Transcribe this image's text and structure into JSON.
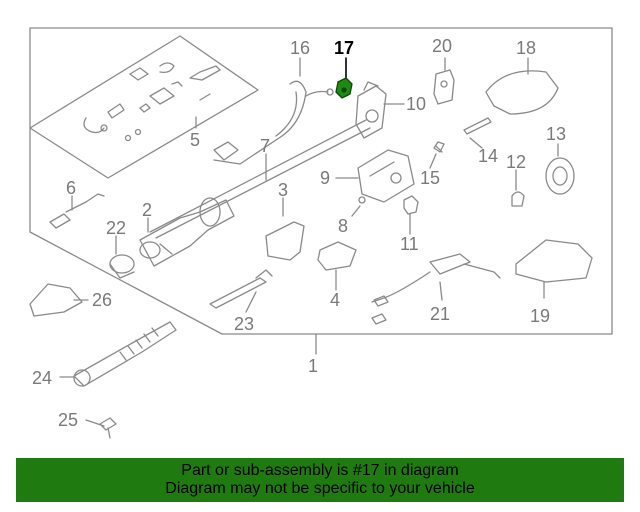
{
  "diagram": {
    "highlight_part": "17",
    "callouts": [
      "1",
      "2",
      "3",
      "4",
      "5",
      "6",
      "7",
      "8",
      "9",
      "10",
      "11",
      "12",
      "13",
      "14",
      "15",
      "16",
      "17",
      "18",
      "19",
      "20",
      "21",
      "22",
      "23",
      "24",
      "25",
      "26"
    ],
    "colors": {
      "line": "#8a8a8a",
      "highlight": "#1f8a12",
      "banner": "#1f7a10"
    }
  },
  "banner": {
    "line1": "Part or sub-assembly is #17 in diagram",
    "line2": "Diagram may not be specific to your vehicle"
  }
}
